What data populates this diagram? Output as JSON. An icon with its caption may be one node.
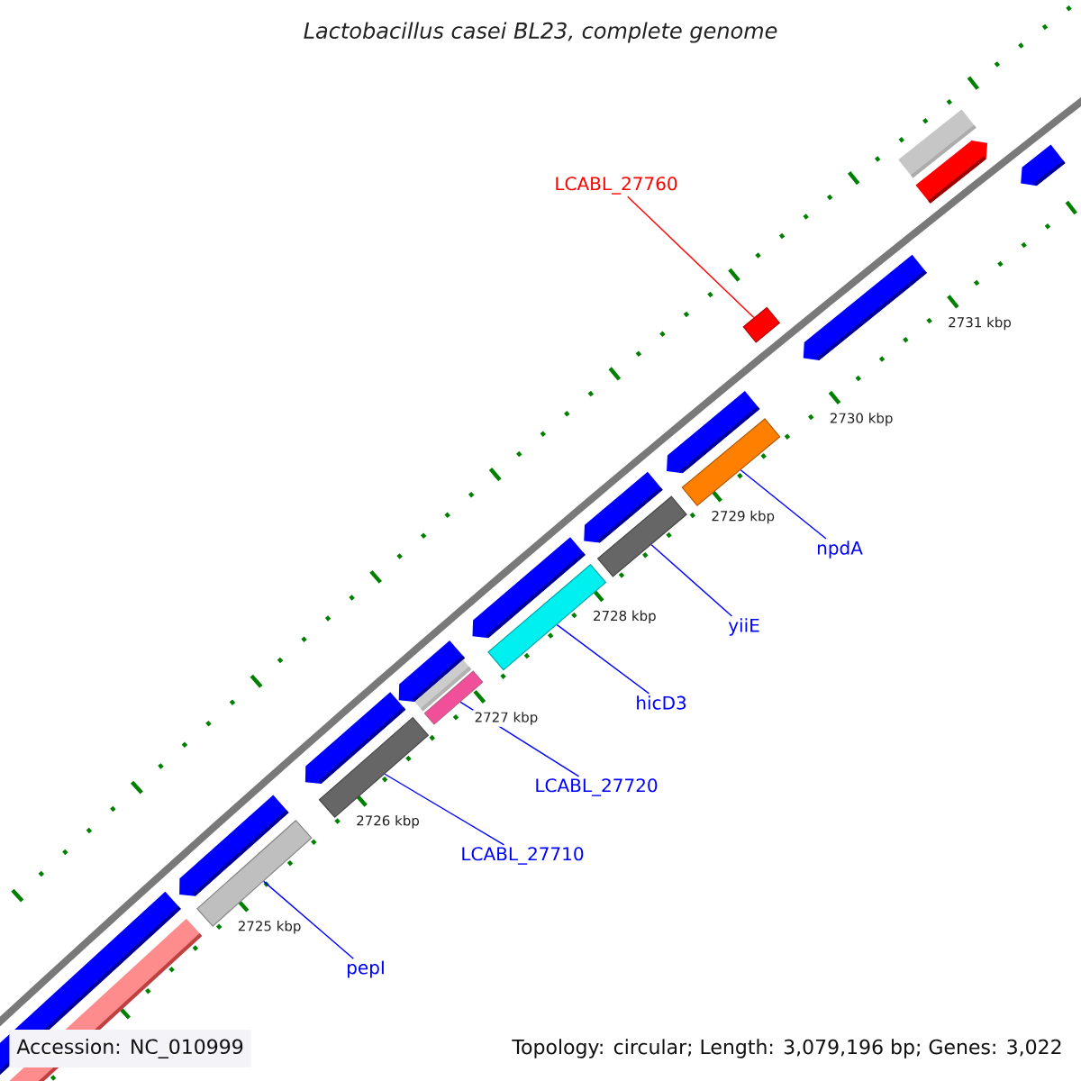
{
  "diagram": {
    "title": "*Lactobacillus casei* BL23, complete genome",
    "nodes": [
      {
        "text": [
          "LCABL_27760"
        ]
      },
      {
        "text": [
          "npdA"
        ]
      },
      {
        "text": [
          "yiiE"
        ]
      },
      {
        "text": [
          "hicD3"
        ]
      },
      {
        "text": [
          "LCABL_27720"
        ]
      },
      {
        "text": [
          "LCABL_27710"
        ]
      },
      {
        "text": [
          "pepI"
        ]
      },
      {
        "text": [],
        "shape": "bar"
      },
      {
        "text": [],
        "shape": "bar"
      },
      {
        "text": [],
        "shape": "bar"
      },
      {
        "text": [],
        "shape": "bar"
      },
      {
        "text": [],
        "shape": "bar"
      },
      {
        "text": [],
        "shape": "bar"
      },
      {
        "text": [],
        "shape": "bar"
      }
    ],
    "edges": [
      {
        "from": 0,
        "to": 7,
        "arrow": "none",
        "color": "#ff0000"
      },
      {
        "from": 1,
        "to": 8,
        "arrow": "none"
      },
      {
        "from": 2,
        "to": 9,
        "arrow": "none"
      },
      {
        "from": 3,
        "to": 10,
        "arrow": "none"
      },
      {
        "from": 4,
        "to": 11,
        "arrow": "none"
      },
      {
        "from": 5,
        "to": 12,
        "arrow": "none"
      },
      {
        "from": 6,
        "to": 13,
        "arrow": "none"
      }
    ],
    "labels": [
      "2731 kbp",
      "2730 kbp",
      "2729 kbp",
      "2728 kbp",
      "2727 kbp",
      "2726 kbp",
      "2725 kbp",
      "Accession: NC_010999",
      "Topology: circular; Length: 3,079,196 bp; Genes: 3,022"
    ]
  }
}
